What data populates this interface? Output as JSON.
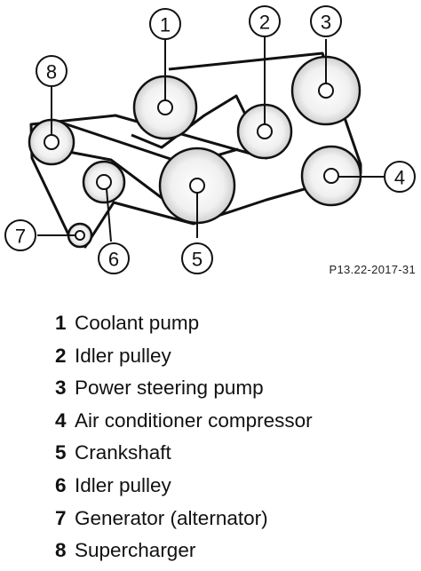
{
  "diagram": {
    "reference": "P13.22-2017-31",
    "callouts": [
      "1",
      "2",
      "3",
      "4",
      "5",
      "6",
      "7",
      "8"
    ]
  },
  "legend": [
    {
      "num": "1",
      "label": "Coolant pump"
    },
    {
      "num": "2",
      "label": "Idler pulley"
    },
    {
      "num": "3",
      "label": "Power steering pump"
    },
    {
      "num": "4",
      "label": "Air conditioner compressor"
    },
    {
      "num": "5",
      "label": "Crankshaft"
    },
    {
      "num": "6",
      "label": "Idler pulley"
    },
    {
      "num": "7",
      "label": "Generator (alternator)"
    },
    {
      "num": "8",
      "label": "Supercharger"
    }
  ]
}
